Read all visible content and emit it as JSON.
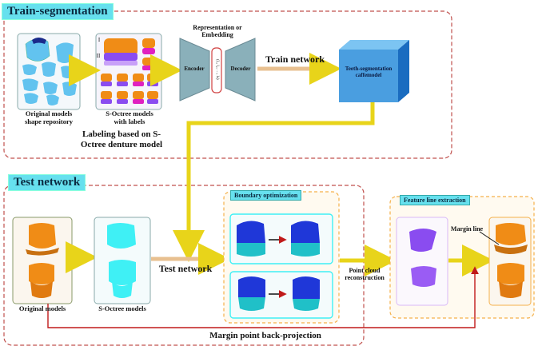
{
  "sections": {
    "train_title": "Train-segmentation",
    "test_title": "Test network"
  },
  "train": {
    "original_models_label": "Original models\nshape repository",
    "soctree_labels_label": "S-Octree models\nwith labels",
    "representation_label": "Representation or\nEmbedding",
    "latent_vector": "(l₁, l₂, …, lₙ)",
    "encoder_label": "Encoder",
    "decoder_label": "Decoder",
    "train_network_label": "Train network",
    "caffemodel_label": "Teeth-segmentation\ncaffemodel",
    "labeling_caption": "Labeling based on S-\nOctree denture model",
    "roman_i": "I",
    "roman_ii": "II"
  },
  "test": {
    "original_models_label": "Original models",
    "soctree_models_label": "S-Octree models",
    "test_network_label": "Test network",
    "boundary_title": "Boundary optimization",
    "point_cloud_label": "Point cloud\nreconstruction",
    "feature_title": "Feature line extraction",
    "margin_line_label": "Margin line",
    "back_projection_label": "Margin point back-projection"
  },
  "colors": {
    "orange": "#f08c16",
    "cyan": "#3ff0f5",
    "blue": "#1f37d8",
    "purple": "#8a4cf0",
    "yellow_arrow": "#e8d41a",
    "red_dashed": "#c0504d",
    "orange_dashed": "#f5b04a",
    "box_blue": "#4a9ee0"
  }
}
